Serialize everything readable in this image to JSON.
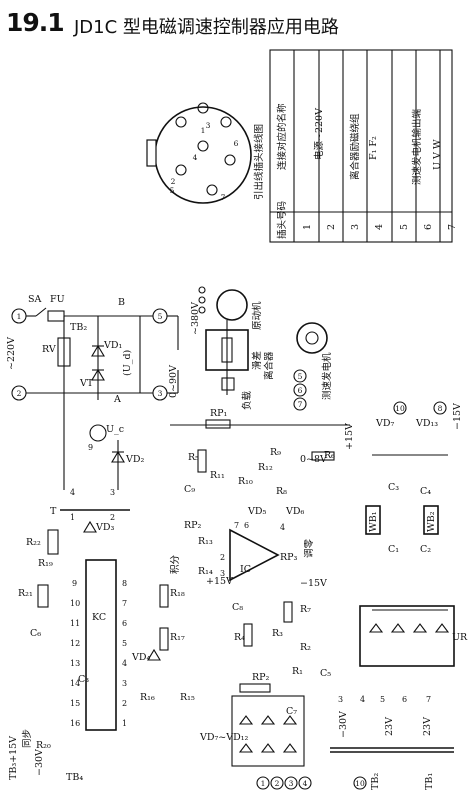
{
  "section": {
    "number": "19.1",
    "title": "JD1C 型电磁调速控制器应用电路"
  },
  "table": {
    "caption": "引出线插头接线图",
    "header_pin": "插头号码",
    "header_name": "连接对应的名称",
    "pins": [
      "1",
      "2",
      "3",
      "4",
      "5",
      "6",
      "7"
    ],
    "names": {
      "power": "电源~220V",
      "coil": "离合器励磁绕组",
      "coil_terms": "F₁   F₂",
      "tacho": "测速发电机输出端",
      "tacho_terms": "U    V    W"
    }
  },
  "connector_pins": [
    "1",
    "2",
    "3",
    "4",
    "5",
    "6",
    "7"
  ],
  "labels": {
    "SA": "SA",
    "FU": "FU",
    "RV": "RV",
    "TB2": "TB₂",
    "VD1": "VD₁",
    "VT": "VT",
    "B": "B",
    "A": "A",
    "Ud": "(U_d)",
    "Uc": "U_c",
    "VD2": "VD₂",
    "T": "T",
    "R22": "R₂₂",
    "VD3": "VD₃",
    "R21": "R₂₁",
    "R19": "R₁₉",
    "C6": "C₆",
    "KC": "KC",
    "R18": "R₁₈",
    "R17": "R₁₇",
    "VD4": "VD₄",
    "C3": "C₃",
    "R16": "R₁₆",
    "R15": "R₁₅",
    "R20": "R₂₀",
    "TB3": "TB₃+15V",
    "sync": "同步",
    "m30": "−30V",
    "TB4": "TB₄",
    "v220": "~220V",
    "v380": "~380V",
    "motor": "原动机",
    "slip": "滑差",
    "clutch": "离合器",
    "load": "负载",
    "tacho": "测速发电机",
    "v090": "0~90V",
    "RP1": "RP₁",
    "R5": "R₅",
    "R11": "R₁₁",
    "R10": "R₁₀",
    "R9": "R₉",
    "v08": "0~8V",
    "R8": "R₈",
    "VD5": "VD₅",
    "VD6": "VD₆",
    "R6": "R₆",
    "C9": "C₉",
    "RP2": "RP₂",
    "R13": "R₁₃",
    "R14": "R₁₄",
    "IC": "IC",
    "RP3": "RP₃",
    "tiaoling": "调零",
    "jifen": "积分",
    "p15": "+15V",
    "m15": "−15V",
    "R7": "R₇",
    "C8": "C₈",
    "R4": "R₄",
    "R3": "R₃",
    "R2": "R₂",
    "R1": "R₁",
    "C5": "C₅",
    "C7": "C₇",
    "RP": "RP₂",
    "VD_range": "VD₇~VD₁₂",
    "VD7": "VD₇",
    "VD13": "VD₁₃",
    "WB1": "WB₁",
    "WB2": "WB₂",
    "C1": "C₁",
    "C2": "C₂",
    "C3b": "C₃",
    "C4": "C₄",
    "UR": "UR",
    "TB1": "TB₁",
    "TB2b": "TB₂",
    "v23a": "23V",
    "v23b": "23V",
    "v30": "−30V",
    "R12": "R₁₂"
  },
  "kc_pins": [
    "1",
    "2",
    "3",
    "4",
    "5",
    "6",
    "7",
    "8",
    "9",
    "10",
    "11",
    "12",
    "13",
    "14",
    "15",
    "16"
  ]
}
